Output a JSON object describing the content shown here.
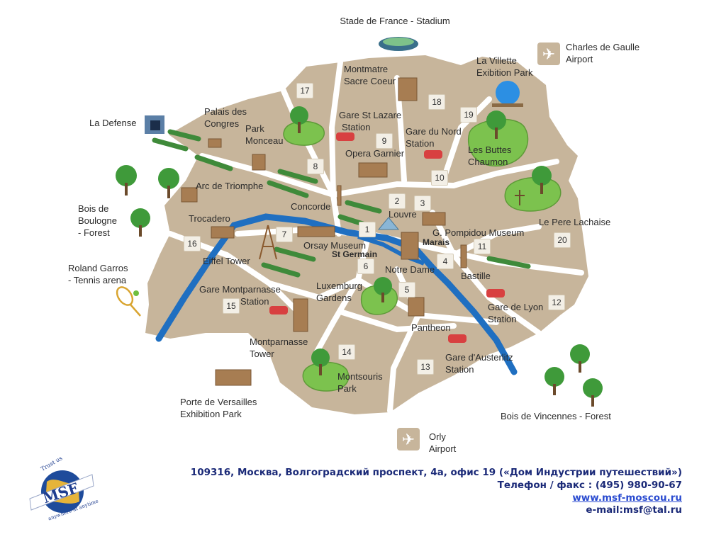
{
  "stations": {
    "stadium": "Stade de France - Stadium",
    "cdg": [
      "Charles de Gaulle",
      "Airport"
    ],
    "orly": [
      "Orly",
      "Airport"
    ]
  },
  "landmarks": {
    "montmartre": [
      "Montmatre",
      "Sacre Coeur"
    ],
    "la_villette": [
      "La Villette",
      "Exibition Park"
    ],
    "la_defense": "La Defense",
    "palais_congres": [
      "Palais des",
      "Congres"
    ],
    "park_monceau": [
      "Park",
      "Monceau"
    ],
    "gare_st_lazare": [
      "Gare St Lazare",
      "Station"
    ],
    "gare_du_nord": [
      "Gare du Nord",
      "Station"
    ],
    "opera_garnier": "Opera Garnier",
    "buttes_chaumont": [
      "Les Buttes",
      "Chaumon"
    ],
    "arc_triomphe": "Arc de Triomphe",
    "bois_boulogne": [
      "Bois de",
      "Boulogne",
      "- Forest"
    ],
    "concorde": "Concorde",
    "louvre": "Louvre",
    "pere_lachaise": "Le Pere Lachaise",
    "trocadero": "Trocadero",
    "pompidou": "G. Pompidou Museum",
    "marais": "Marais",
    "orsay": "Orsay Museum",
    "st_germain": "St Germain",
    "eiffel": "Eiffel Tower",
    "roland_garros": [
      "Roland Garros",
      "- Tennis arena"
    ],
    "notre_dame": "Notre Dame",
    "bastille": "Bastille",
    "montparnasse_station": [
      "Gare Montparnasse",
      "Station"
    ],
    "luxemburg": [
      "Luxemburg",
      "Gardens"
    ],
    "gare_lyon": [
      "Gare de Lyon",
      "Station"
    ],
    "pantheon": "Pantheon",
    "montparnasse_tower": [
      "Montparnasse",
      "Tower"
    ],
    "austerlitz": [
      "Gare d'Austerlitz",
      "Station"
    ],
    "montsouris": [
      "Montsouris",
      "Park"
    ],
    "porte_versailles": [
      "Porte de Versailles",
      "Exhibition Park"
    ],
    "bois_vincennes": "Bois de Vincennes - Forest"
  },
  "arrondissements": {
    "a1": "1",
    "a2": "2",
    "a3": "3",
    "a4": "4",
    "a5": "5",
    "a6": "6",
    "a7": "7",
    "a8": "8",
    "a9": "9",
    "a10": "10",
    "a11": "11",
    "a12": "12",
    "a13": "13",
    "a14": "14",
    "a15": "15",
    "a16": "16",
    "a17": "17",
    "a18": "18",
    "a19": "19",
    "a20": "20"
  },
  "footer": {
    "address": "109316, Москва, Волгоградский проспект, 4а, офис 19 («Дом Индустрии путешествий»)",
    "phone": "Телефон / факс : (495) 980-90-67",
    "website": "www.msf-moscou.ru",
    "email": "e-mail:msf@tal.ru"
  },
  "logo": {
    "text": "MSF",
    "top_text": "Trust us",
    "bottom_text": "anywhere at anytime"
  },
  "colors": {
    "land": "#c7b59b",
    "road": "#ffffff",
    "river": "#1f6fc1",
    "park": "#7cc24e",
    "footer_text": "#1b2a78"
  }
}
